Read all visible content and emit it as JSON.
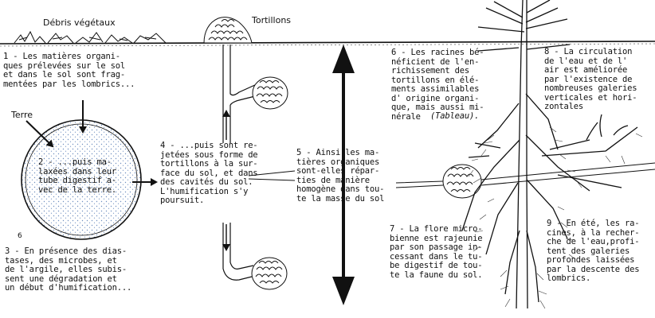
{
  "labels": {
    "debris": "Débris végétaux",
    "tortillons": "Tortillons",
    "terre": "Terre",
    "fig_number": "6"
  },
  "steps": {
    "s1": "1 -  Les matières organi-\nques prélevées sur le sol\net dans le sol sont frag-\nmentées par les lombrics...",
    "s2": "2 - ...puis ma-\nlaxées dans leur\ntube digestif a-\nvec de la terre.",
    "s3": "3 - En présence des dias-\ntases, des microbes, et\nde l'argile, elles subis-\nsent  une dégradation et\nun début d'humification...",
    "s4": "4 - ...puis sont re-\njetées sous forme de\ntortillons à la sur-\nface du sol, et dans\ndes cavités du sol.\nL'humification  s'y\npoursuit.",
    "s5": "5 - Ainsi  les ma-\ntières organiques\nsont-elles  répar-\nties  de  manière\nhomogène dans tou-\nte la masse du sol",
    "s6": "6 - Les racines bé-\nnéficient de l'en-\nrichissement des\ntortillons  en élé-\nments assimilables\nd' origine organi-\nque, mais aussi mi-\nnérale",
    "s6_ref": "(Tableau).",
    "s7": "7 - La flore micro-\nbienne est rajeunie\npar son passage in-\ncessant dans le tu-\nbe digestif de tou-\nte la faune du sol.",
    "s8": "8 - La  circulation\nde l'eau et de l'\nair est améliorée\npar l'existence de\nnombreuses galeries\nverticales et hori-\nzontales",
    "s9": "9 - En été, les ra-\ncines, à la recher-\nche de l'eau,profi-\ntent des galeries\nprofondes laissées\npar la descente des\nlombrics."
  },
  "colors": {
    "ink": "#111111",
    "soil_dots": "#6f8fbf",
    "paper": "#ffffff"
  }
}
